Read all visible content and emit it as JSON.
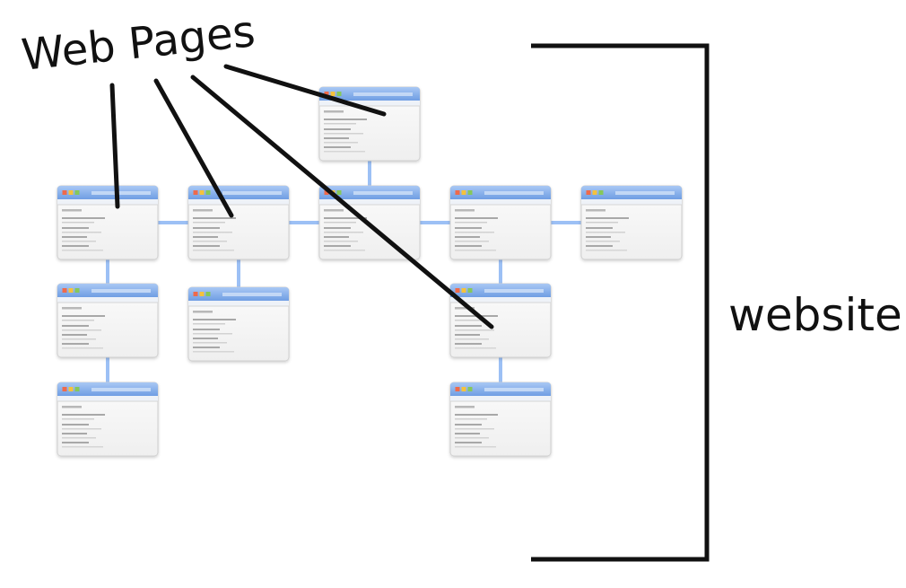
{
  "labels": {
    "web_pages": "Web Pages",
    "website": "website"
  },
  "colors": {
    "connector": "#9cc0f5",
    "titlebar_top": "#a9c8f4",
    "titlebar_bottom": "#6f9ee3",
    "window_border": "#cfcfcf",
    "window_bg": "#f6f6f6",
    "dot_red": "#ef6a4c",
    "dot_yellow": "#f6c23a",
    "dot_green": "#86c85a",
    "ink": "#111111"
  },
  "nodes": [
    {
      "id": "top",
      "col": 3,
      "row": 0
    },
    {
      "id": "r1c1",
      "col": 1,
      "row": 1
    },
    {
      "id": "r1c2",
      "col": 2,
      "row": 1
    },
    {
      "id": "r1c3",
      "col": 3,
      "row": 1
    },
    {
      "id": "r1c4",
      "col": 4,
      "row": 1
    },
    {
      "id": "r1c5",
      "col": 5,
      "row": 1
    },
    {
      "id": "r2c1",
      "col": 1,
      "row": 2
    },
    {
      "id": "r2c2",
      "col": 2,
      "row": 2
    },
    {
      "id": "r2c4",
      "col": 4,
      "row": 2
    },
    {
      "id": "r3c1",
      "col": 1,
      "row": 3
    },
    {
      "id": "r3c4",
      "col": 4,
      "row": 3
    }
  ],
  "edges": [
    [
      "top",
      "r1c3"
    ],
    [
      "r1c1",
      "r1c2"
    ],
    [
      "r1c2",
      "r1c3"
    ],
    [
      "r1c3",
      "r1c4"
    ],
    [
      "r1c4",
      "r1c5"
    ],
    [
      "r1c1",
      "r2c1"
    ],
    [
      "r2c1",
      "r3c1"
    ],
    [
      "r1c2",
      "r2c2"
    ],
    [
      "r1c4",
      "r2c4"
    ],
    [
      "r2c4",
      "r3c4"
    ]
  ],
  "pointers": [
    "r1c1",
    "r1c2",
    "r2c4",
    "top"
  ]
}
